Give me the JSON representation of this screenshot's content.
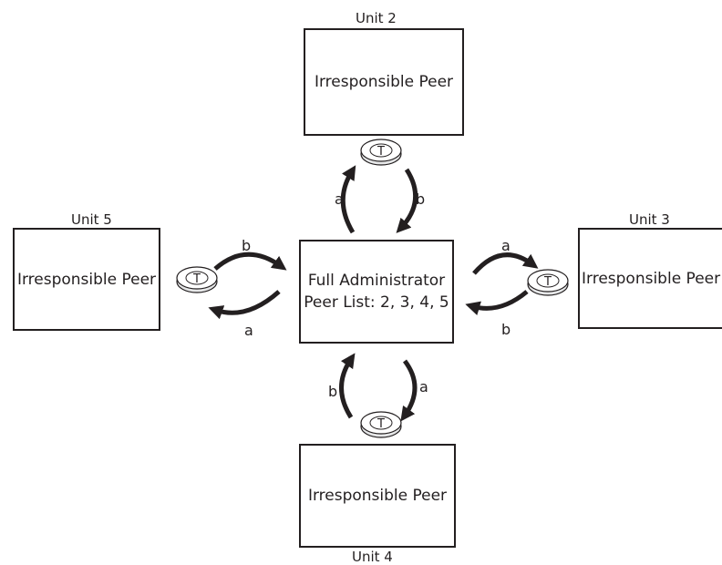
{
  "center": {
    "title": "Full Administrator",
    "peer_list": "Peer List: 2, 3, 4, 5"
  },
  "units": {
    "unit2": {
      "name": "Unit 2",
      "role": "Irresponsible Peer"
    },
    "unit3": {
      "name": "Unit 3",
      "role": "Irresponsible Peer"
    },
    "unit4": {
      "name": "Unit 4",
      "role": "Irresponsible Peer"
    },
    "unit5": {
      "name": "Unit 5",
      "role": "Irresponsible Peer"
    }
  },
  "token_label": "T",
  "arrow_labels": {
    "a": "a",
    "b": "b"
  }
}
